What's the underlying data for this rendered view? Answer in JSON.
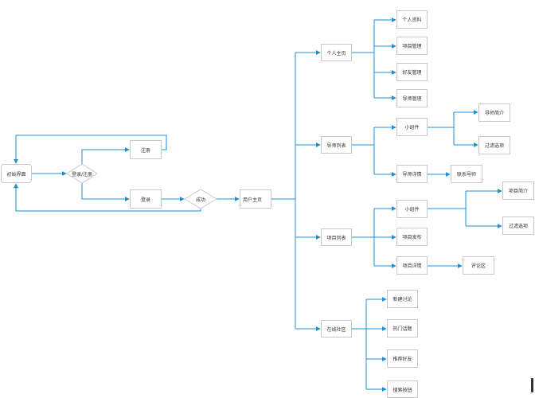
{
  "diagram": {
    "edge_color": "#1f8fd0",
    "start": "初始界面",
    "login_register": "登录/注册",
    "register": "注册",
    "login": "登录",
    "success": "成功",
    "user_home": "用户主页",
    "personal_home": {
      "label": "个人主页",
      "children": [
        "个人资料",
        "项目管理",
        "好友管理",
        "导师管理"
      ]
    },
    "mentor_list": {
      "label": "导师列表",
      "widget": "小组件",
      "widget_children": [
        "导师简介",
        "过滤选项"
      ],
      "detail": "导师详情",
      "contact": "联系导师"
    },
    "project_list": {
      "label": "项目列表",
      "widget": "小组件",
      "widget_children": [
        "项目简介",
        "过滤选项"
      ],
      "publish": "项目发布",
      "detail": "项目详情",
      "comments": "评论区"
    },
    "community": {
      "label": "在线社区",
      "children": [
        "新建讨论",
        "热门话题",
        "推荐好友",
        "搜索按钮"
      ]
    }
  }
}
